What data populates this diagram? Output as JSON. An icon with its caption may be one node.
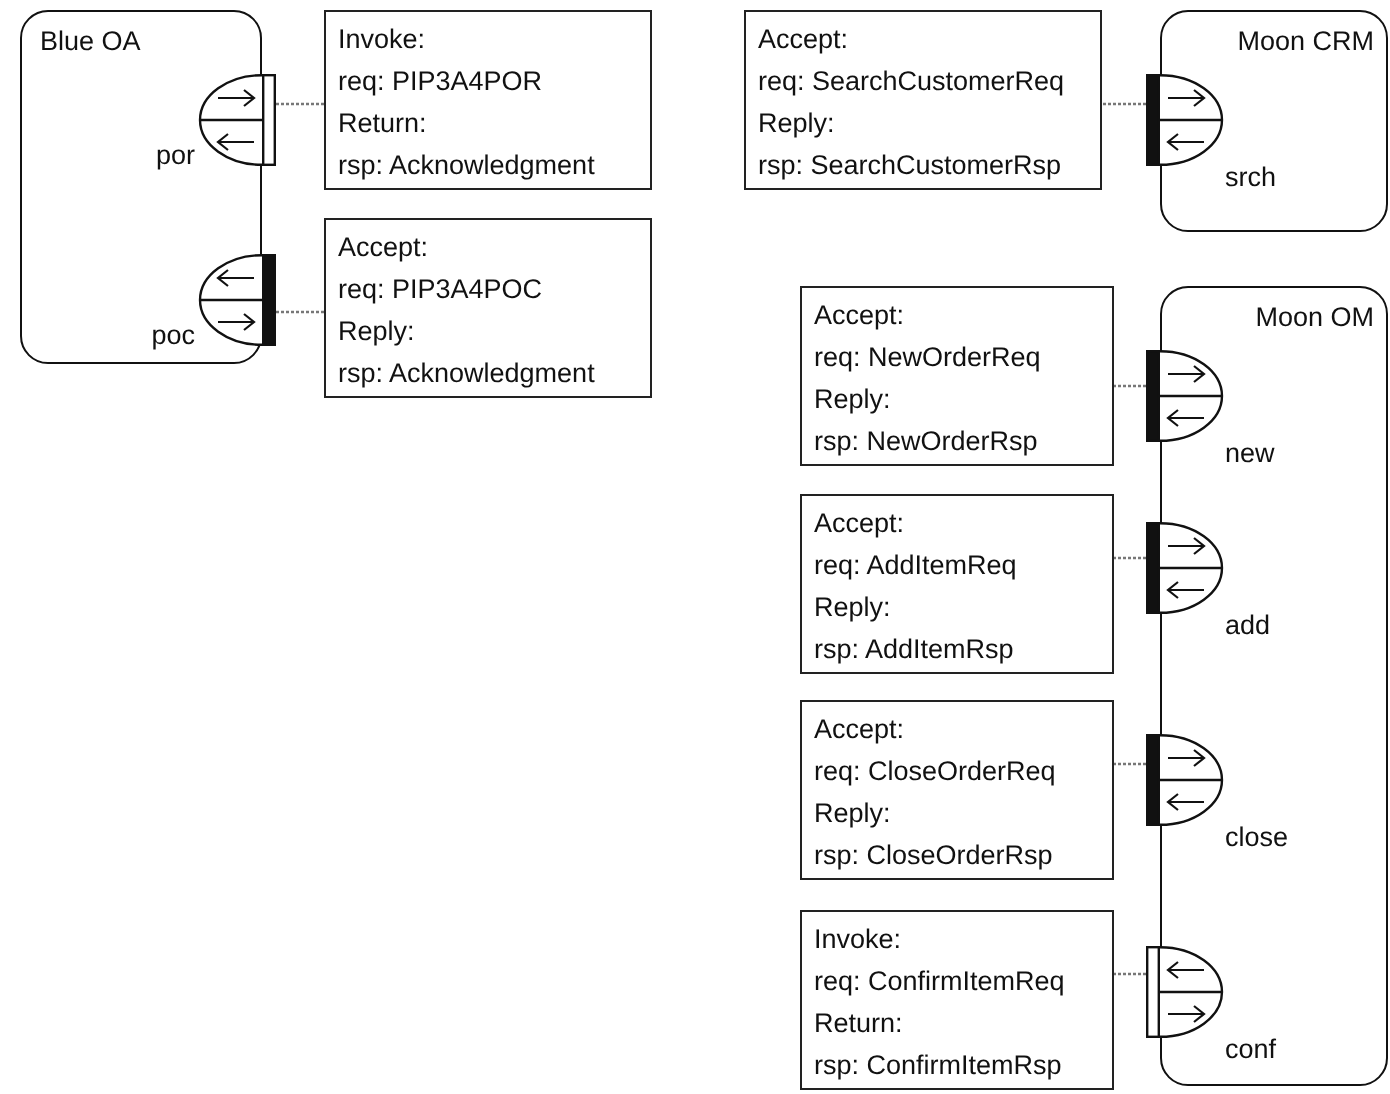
{
  "diagram": {
    "nodes": [
      {
        "text": [
          "Blue OA"
        ]
      },
      {
        "text": [
          "por"
        ],
        "in": 0
      },
      {
        "text": [
          "poc"
        ],
        "in": 0
      },
      {
        "text": [
          "Invoke:",
          "req: PIP3A4POR",
          "Return:",
          "rsp: Acknowledgment"
        ]
      },
      {
        "text": [
          "Accept:",
          "req: PIP3A4POC",
          "Reply:",
          "rsp: Acknowledgment"
        ]
      },
      {
        "text": [
          "Accept:",
          "req: SearchCustomerReq",
          "Reply:",
          "rsp: SearchCustomerRsp"
        ]
      },
      {
        "text": [
          "Moon CRM"
        ]
      },
      {
        "text": [
          "srch"
        ],
        "in": 6
      },
      {
        "text": [
          "Accept:",
          "req: NewOrderReq",
          "Reply:",
          "rsp: NewOrderRsp"
        ]
      },
      {
        "text": [
          "Moon OM"
        ]
      },
      {
        "text": [
          "new"
        ],
        "in": 9
      },
      {
        "text": [
          "add"
        ],
        "in": 9
      },
      {
        "text": [
          "close"
        ],
        "in": 9
      },
      {
        "text": [
          "conf"
        ],
        "in": 9
      },
      {
        "text": [
          "Accept:",
          "req: AddItemReq",
          "Reply:",
          "rsp: AddItemRsp"
        ]
      },
      {
        "text": [
          "Accept:",
          "req: CloseOrderReq",
          "Reply:",
          "rsp: CloseOrderRsp"
        ]
      },
      {
        "text": [
          "Invoke:",
          "req: ConfirmItemReq",
          "Return:",
          "rsp: ConfirmItemRsp"
        ]
      }
    ],
    "edges": [
      {
        "from": 1,
        "to": 3,
        "arrow": "none",
        "style": "dashed"
      },
      {
        "from": 2,
        "to": 4,
        "arrow": "none",
        "style": "dashed"
      },
      {
        "from": 7,
        "to": 5,
        "arrow": "none",
        "style": "dashed"
      },
      {
        "from": 10,
        "to": 8,
        "arrow": "none",
        "style": "dashed"
      },
      {
        "from": 11,
        "to": 14,
        "arrow": "none",
        "style": "dashed"
      },
      {
        "from": 12,
        "to": 15,
        "arrow": "none",
        "style": "dashed"
      },
      {
        "from": 13,
        "to": 16,
        "arrow": "none",
        "style": "dashed"
      }
    ]
  }
}
